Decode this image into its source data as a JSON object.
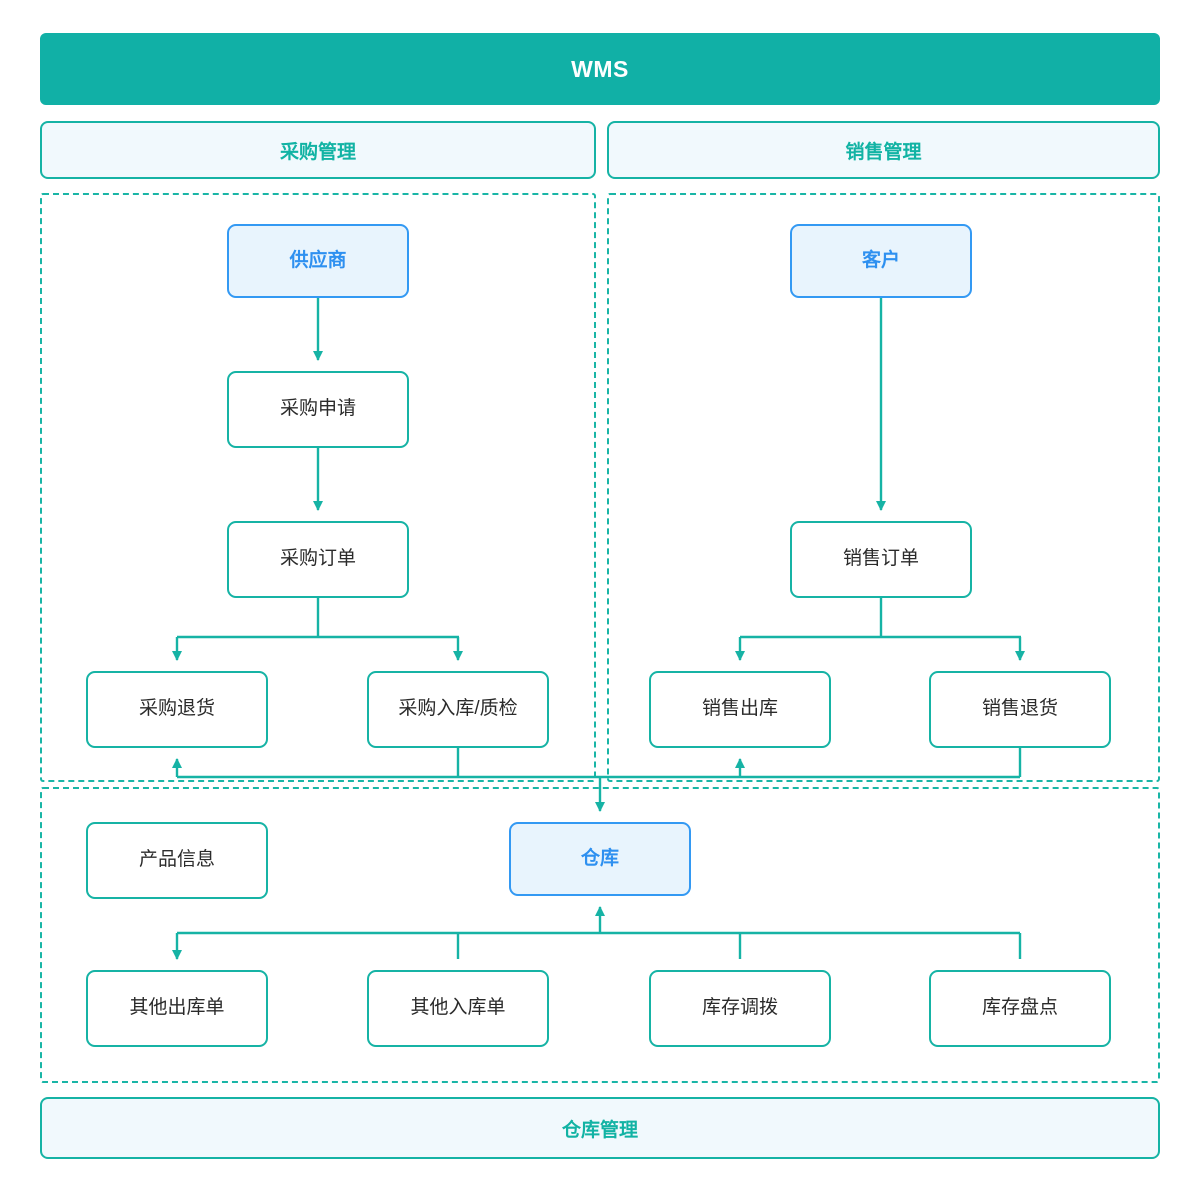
{
  "diagram": {
    "title": "WMS",
    "type": "flowchart",
    "colors": {
      "title_bar_bg": "#11b0a6",
      "title_bar_text": "#ffffff",
      "section_header_bg": "#f1f9fd",
      "section_header_text": "#12b3a4",
      "node_border": "#16b3a5",
      "node_text": "#2b2b2b",
      "accent_node_bg": "#e8f4fd",
      "accent_node_border": "#3399f3",
      "accent_node_text": "#2e90f0",
      "connector": "#16b3a5",
      "group_dashed_border": "#19b5a6",
      "canvas_bg": "#ffffff"
    },
    "sections": {
      "purchase_header": "采购管理",
      "sales_header": "销售管理",
      "warehouse_header": "仓库管理"
    },
    "nodes": {
      "supplier": "供应商",
      "purchase_request": "采购申请",
      "purchase_order": "采购订单",
      "purchase_return": "采购退货",
      "purchase_inbound": "采购入库/质检",
      "customer": "客户",
      "sales_order": "销售订单",
      "sales_outbound": "销售出库",
      "sales_return": "销售退货",
      "product_info": "产品信息",
      "warehouse": "仓库",
      "other_outbound": "其他出库单",
      "other_inbound": "其他入库单",
      "stock_transfer": "库存调拨",
      "stock_count": "库存盘点"
    },
    "edges": [
      {
        "from": "供应商",
        "to": "采购申请"
      },
      {
        "from": "采购申请",
        "to": "采购订单"
      },
      {
        "from": "采购订单",
        "to": "采购退货"
      },
      {
        "from": "采购订单",
        "to": "采购入库/质检"
      },
      {
        "from": "客户",
        "to": "销售订单"
      },
      {
        "from": "销售订单",
        "to": "销售出库"
      },
      {
        "from": "销售订单",
        "to": "销售退货"
      },
      {
        "from": "采购入库/质检",
        "to": "仓库"
      },
      {
        "from": "销售退货",
        "to": "仓库"
      },
      {
        "from": "仓库",
        "to": "采购退货"
      },
      {
        "from": "仓库",
        "to": "销售出库"
      },
      {
        "from": "其他入库单",
        "to": "仓库"
      },
      {
        "from": "库存调拨",
        "to": "仓库"
      },
      {
        "from": "库存盘点",
        "to": "仓库"
      },
      {
        "from": "仓库",
        "to": "其他出库单"
      }
    ]
  }
}
